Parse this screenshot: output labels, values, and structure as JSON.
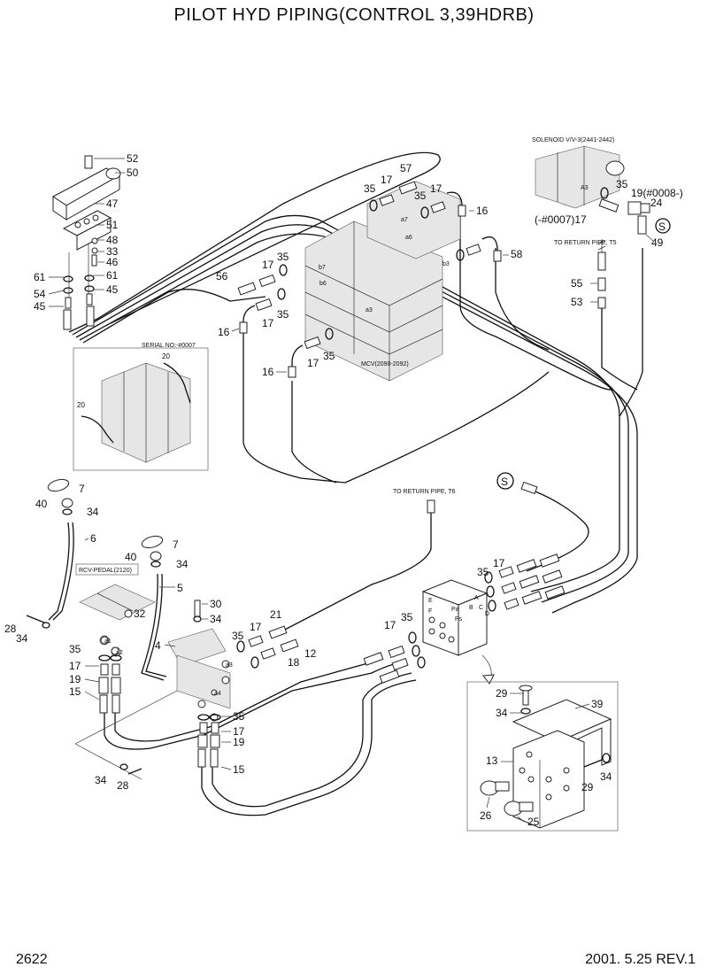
{
  "header": {
    "title": "PILOT HYD PIPING(CONTROL 3,39HDRB)"
  },
  "footer": {
    "page_number": "2622",
    "date_revision": "2001. 5.25  REV.1"
  },
  "captions": {
    "solenoid": "SOLENOID V/V-3(2441-2442)",
    "return_t5": "TO RETURN PIPE, T5",
    "return_t6": "TO RETURN PIPE, T6",
    "mcv": "MCV(2090-2092)",
    "serial": "SERIAL NO:-#0007",
    "rcv_pedal": "RCV-PEDAL(2120)",
    "ref_19": "19(#0008-)",
    "ref_17": "(-#0007)17",
    "s_marker": "S"
  },
  "callouts": [
    {
      "id": "c52",
      "text": "52"
    },
    {
      "id": "c50",
      "text": "50"
    },
    {
      "id": "c47",
      "text": "47"
    },
    {
      "id": "c51",
      "text": "51"
    },
    {
      "id": "c48",
      "text": "48"
    },
    {
      "id": "c33",
      "text": "33"
    },
    {
      "id": "c46",
      "text": "46"
    },
    {
      "id": "c61a",
      "text": "61"
    },
    {
      "id": "c61b",
      "text": "61"
    },
    {
      "id": "c54",
      "text": "54"
    },
    {
      "id": "c45a",
      "text": "45"
    },
    {
      "id": "c45b",
      "text": "45"
    },
    {
      "id": "c57",
      "text": "57"
    },
    {
      "id": "c35a",
      "text": "35"
    },
    {
      "id": "c17a",
      "text": "17"
    },
    {
      "id": "c35b",
      "text": "35"
    },
    {
      "id": "c17b",
      "text": "17"
    },
    {
      "id": "c16a",
      "text": "16"
    },
    {
      "id": "c58",
      "text": "58"
    },
    {
      "id": "c35c",
      "text": "35"
    },
    {
      "id": "c24",
      "text": "24"
    },
    {
      "id": "c49",
      "text": "49"
    },
    {
      "id": "c55",
      "text": "55"
    },
    {
      "id": "c53",
      "text": "53"
    },
    {
      "id": "c56",
      "text": "56"
    },
    {
      "id": "c17c",
      "text": "17"
    },
    {
      "id": "c35d",
      "text": "35"
    },
    {
      "id": "c17d",
      "text": "17"
    },
    {
      "id": "c35e",
      "text": "35"
    },
    {
      "id": "c16b",
      "text": "16"
    },
    {
      "id": "c17e",
      "text": "17"
    },
    {
      "id": "c35f",
      "text": "35"
    },
    {
      "id": "c16c",
      "text": "16"
    },
    {
      "id": "c20a",
      "text": "20"
    },
    {
      "id": "c20b",
      "text": "20"
    },
    {
      "id": "c7a",
      "text": "7"
    },
    {
      "id": "c40a",
      "text": "40"
    },
    {
      "id": "c34a",
      "text": "34"
    },
    {
      "id": "c6",
      "text": "6"
    },
    {
      "id": "c7b",
      "text": "7"
    },
    {
      "id": "c40b",
      "text": "40"
    },
    {
      "id": "c34b",
      "text": "34"
    },
    {
      "id": "c5",
      "text": "5"
    },
    {
      "id": "c30",
      "text": "30"
    },
    {
      "id": "c34c",
      "text": "34"
    },
    {
      "id": "c32",
      "text": "32"
    },
    {
      "id": "c28a",
      "text": "28"
    },
    {
      "id": "c34d",
      "text": "34"
    },
    {
      "id": "c4",
      "text": "4"
    },
    {
      "id": "c21",
      "text": "21"
    },
    {
      "id": "c35g",
      "text": "35"
    },
    {
      "id": "c17f",
      "text": "17"
    },
    {
      "id": "c12",
      "text": "12"
    },
    {
      "id": "c18",
      "text": "18"
    },
    {
      "id": "c35h",
      "text": "35"
    },
    {
      "id": "c17g",
      "text": "17"
    },
    {
      "id": "c19a",
      "text": "19"
    },
    {
      "id": "c15a",
      "text": "15"
    },
    {
      "id": "c35i",
      "text": "35"
    },
    {
      "id": "c17h",
      "text": "17"
    },
    {
      "id": "c19b",
      "text": "19"
    },
    {
      "id": "c15b",
      "text": "15"
    },
    {
      "id": "c34e",
      "text": "34"
    },
    {
      "id": "c28b",
      "text": "28"
    },
    {
      "id": "c35j",
      "text": "35"
    },
    {
      "id": "c17i",
      "text": "17"
    },
    {
      "id": "c17j",
      "text": "17"
    },
    {
      "id": "c35k",
      "text": "35"
    },
    {
      "id": "c29a",
      "text": "29"
    },
    {
      "id": "c39",
      "text": "39"
    },
    {
      "id": "c34f",
      "text": "34"
    },
    {
      "id": "c13",
      "text": "13"
    },
    {
      "id": "c29b",
      "text": "29"
    },
    {
      "id": "c34g",
      "text": "34"
    },
    {
      "id": "c26",
      "text": "26"
    },
    {
      "id": "c25",
      "text": "25"
    }
  ],
  "port_labels": [
    "a7",
    "a6",
    "b3",
    "b7",
    "b6",
    "a3",
    "A3",
    "A",
    "B",
    "C",
    "D",
    "E",
    "F",
    "Pa",
    "Ps",
    "a1",
    "a2",
    "a3",
    "a4"
  ]
}
